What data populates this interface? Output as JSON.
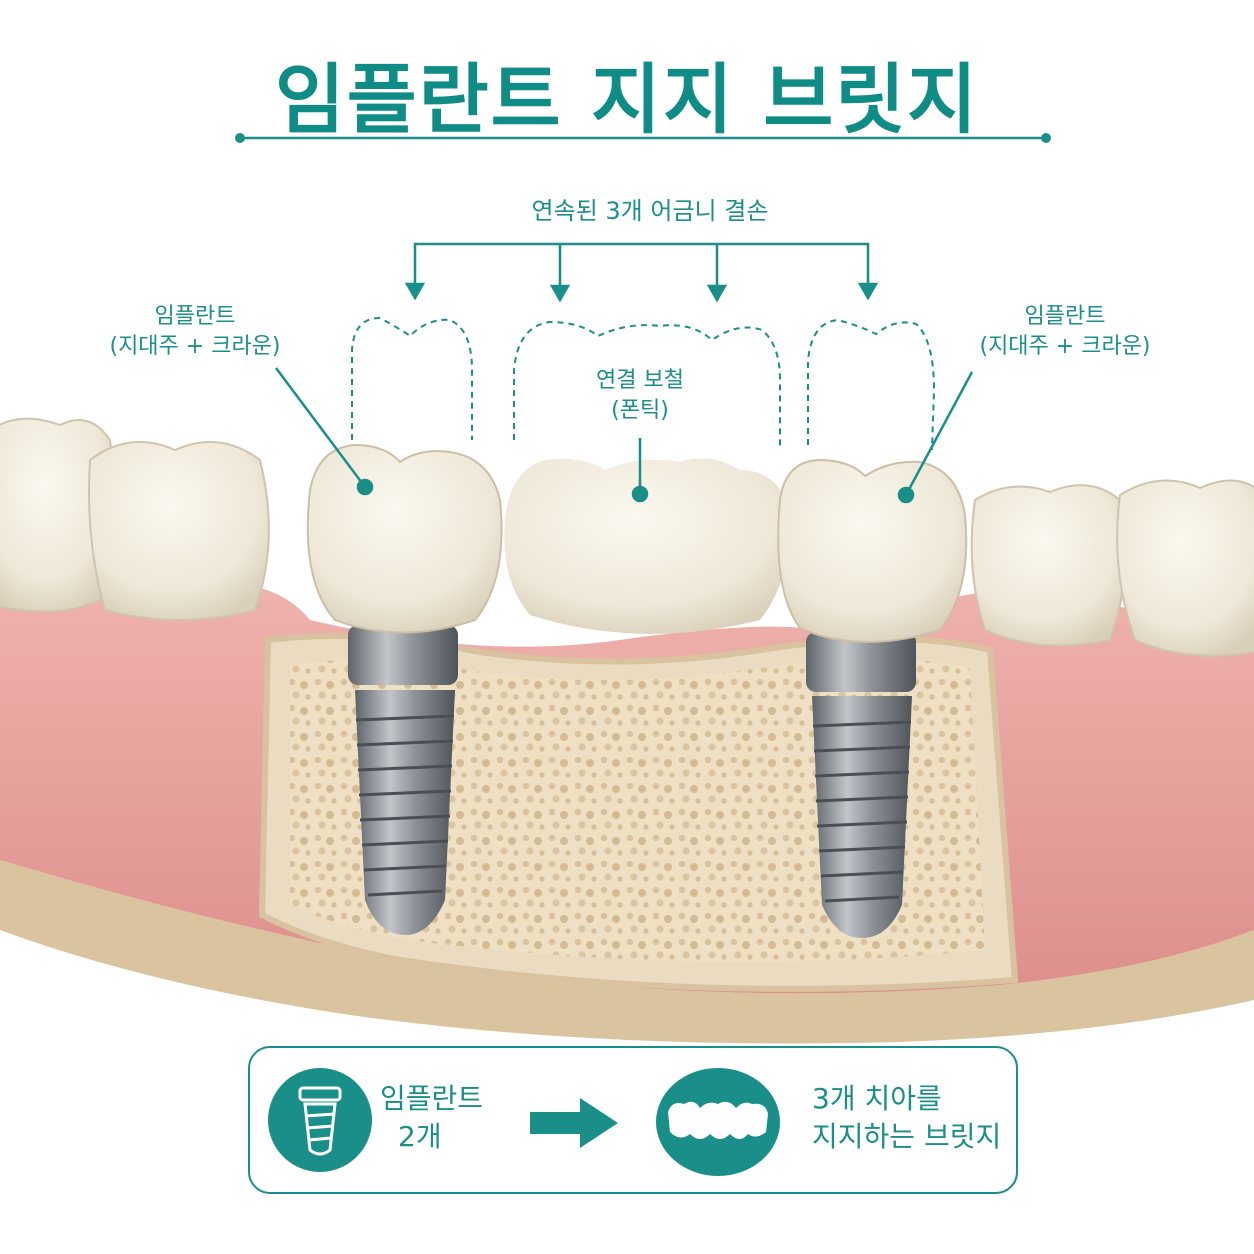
{
  "title": "임플란트 지지 브릿지",
  "labels": {
    "missing_teeth": "연속된 3개 어금니 결손",
    "implant_left": [
      "임플란트",
      "(지대주 + 크라운)"
    ],
    "implant_right": [
      "임플란트",
      "(지대주 + 크라운)"
    ],
    "pontic": [
      "연결 보철",
      "(폰틱)"
    ]
  },
  "summary": {
    "left_text": [
      "임플란트",
      "2개"
    ],
    "right_text": [
      "3개 치아를",
      "지지하는 브릿지"
    ]
  },
  "colors": {
    "accent": "#1a8f89",
    "gum": "#e8a8a3",
    "bone": "#eedcc0",
    "tooth": "#f3eee2",
    "metal": "#8b9096"
  },
  "icons": {
    "implant": "implant-icon",
    "arrow": "arrow-right-icon",
    "bridge": "bridge-icon"
  }
}
